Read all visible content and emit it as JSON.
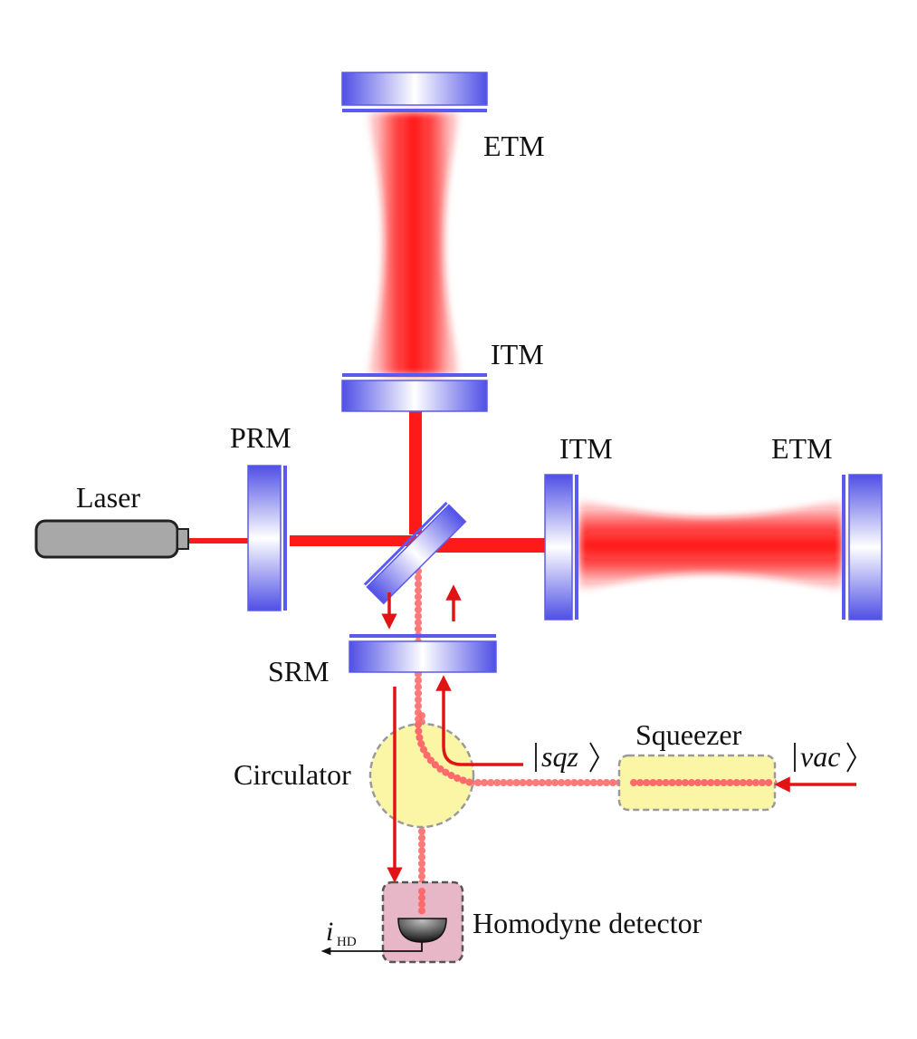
{
  "labels": {
    "etm_top": "ETM",
    "itm_top": "ITM",
    "prm": "PRM",
    "itm_right": "ITM",
    "etm_right": "ETM",
    "laser": "Laser",
    "srm": "SRM",
    "circulator": "Circulator",
    "squeezer": "Squeezer",
    "homodyne": "Homodyne detector",
    "sqz_ket": "sqz",
    "vac_ket": "vac",
    "ihd_symbol": "i",
    "ihd_sub": "HD"
  },
  "colors": {
    "beam": "#ff1f1f",
    "mirror_edge": "#5a5aee",
    "mirror_center": "#ffffff",
    "laser_body": "#a8a8a8",
    "circulator_fill": "#fbf6a6",
    "squeezer_fill": "#fbf6a6",
    "detector_fill": "#e7b7c7",
    "arrow": "#e01414"
  },
  "icons": {
    "laser": "laser-source-icon",
    "detector": "photodiode-icon"
  }
}
